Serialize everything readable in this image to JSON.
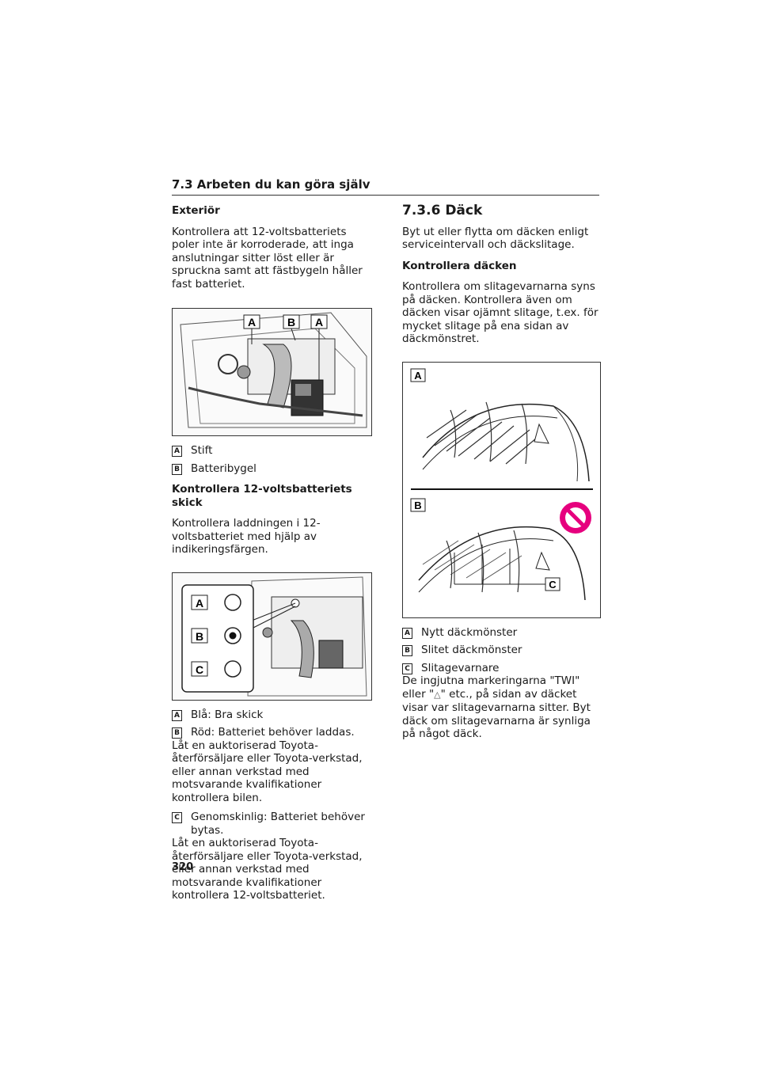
{
  "header": {
    "section": "7.3  Arbeten du kan göra själv"
  },
  "left": {
    "exterior_heading": "Exteriör",
    "exterior_text": "Kontrollera att 12-voltsbatteriets poler inte är korroderade, att inga anslutningar sitter löst eller är spruckna samt att fästbygeln håller fast batteriet.",
    "fig1_labels": [
      "A",
      "B",
      "A"
    ],
    "fig1_legend": [
      {
        "badge": "A",
        "text": "Stift"
      },
      {
        "badge": "B",
        "text": "Batteribygel"
      }
    ],
    "check_heading": "Kontrollera 12-voltsbatteriets skick",
    "check_text": "Kontrollera laddningen i 12-voltsbatteriet med hjälp av indikeringsfärgen.",
    "fig2_labels": [
      "A",
      "B",
      "C"
    ],
    "fig2_legend": [
      {
        "badge": "A",
        "text": "Blå: Bra skick"
      },
      {
        "badge": "B",
        "text": "Röd: Batteriet behöver laddas."
      },
      {
        "badge": "C",
        "text": "Genomskinlig: Batteriet behöver bytas."
      }
    ],
    "b_note": "Låt en auktoriserad Toyota-återförsäljare eller Toyota-verkstad, eller annan verkstad med motsvarande kvalifikationer kontrollera bilen.",
    "c_note": "Låt en auktoriserad Toyota-återförsäljare eller Toyota-verkstad, eller annan verkstad med motsvarande kvalifikationer kontrollera 12-voltsbatteriet."
  },
  "right": {
    "title": "7.3.6  Däck",
    "intro": "Byt ut eller flytta om däcken enligt serviceintervall och däckslitage.",
    "check_heading": "Kontrollera däcken",
    "check_text": "Kontrollera om slitagevarnarna syns på däcken. Kontrollera även om däcken visar ojämnt slitage, t.ex. för mycket slitage på ena sidan av däckmönstret.",
    "fig_labels": [
      "A",
      "B",
      "C"
    ],
    "legend": [
      {
        "badge": "A",
        "text": "Nytt däckmönster"
      },
      {
        "badge": "B",
        "text": "Slitet däckmönster"
      },
      {
        "badge": "C",
        "text": "Slitagevarnare"
      }
    ],
    "note_part1": "De ingjutna markeringarna \"TWI\" eller \"",
    "note_symbol": "△",
    "note_part2": "\" etc., på sidan av däcket visar var slitagevarnarna sitter. Byt däck om slitagevarnarna är synliga på något däck."
  },
  "footer": {
    "page_number": "320"
  }
}
